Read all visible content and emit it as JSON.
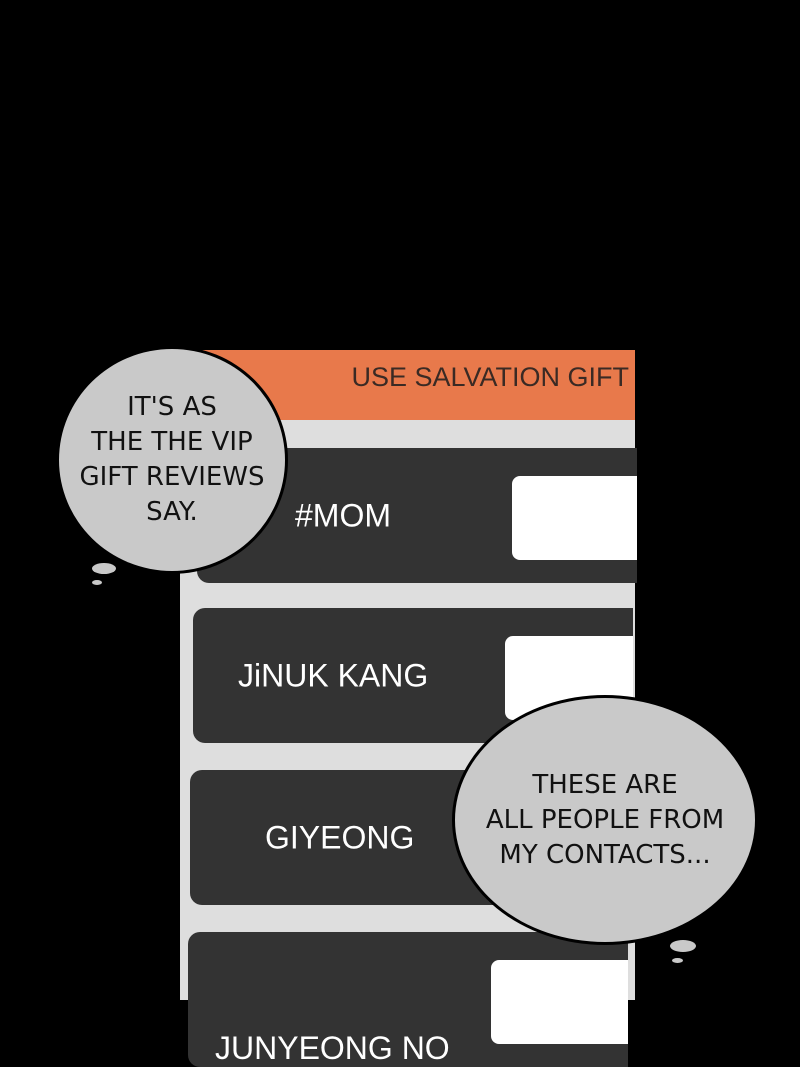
{
  "app": {
    "header_title": "USE SALVATION GIFT"
  },
  "contacts": [
    {
      "name": "#MOM"
    },
    {
      "name": "JiNUK KANG"
    },
    {
      "name": "GIYEONG"
    },
    {
      "name": "JUNYEONG NO"
    }
  ],
  "dialogue": [
    {
      "text": "IT'S AS\nTHE THE VIP\nGIFT REVIEWS\nSAY."
    },
    {
      "text": "THESE ARE\nALL PEOPLE FROM\nMY CONTACTS..."
    }
  ],
  "colors": {
    "header": "#e8794b",
    "card": "#333333",
    "bubble": "#c9c9c9"
  }
}
